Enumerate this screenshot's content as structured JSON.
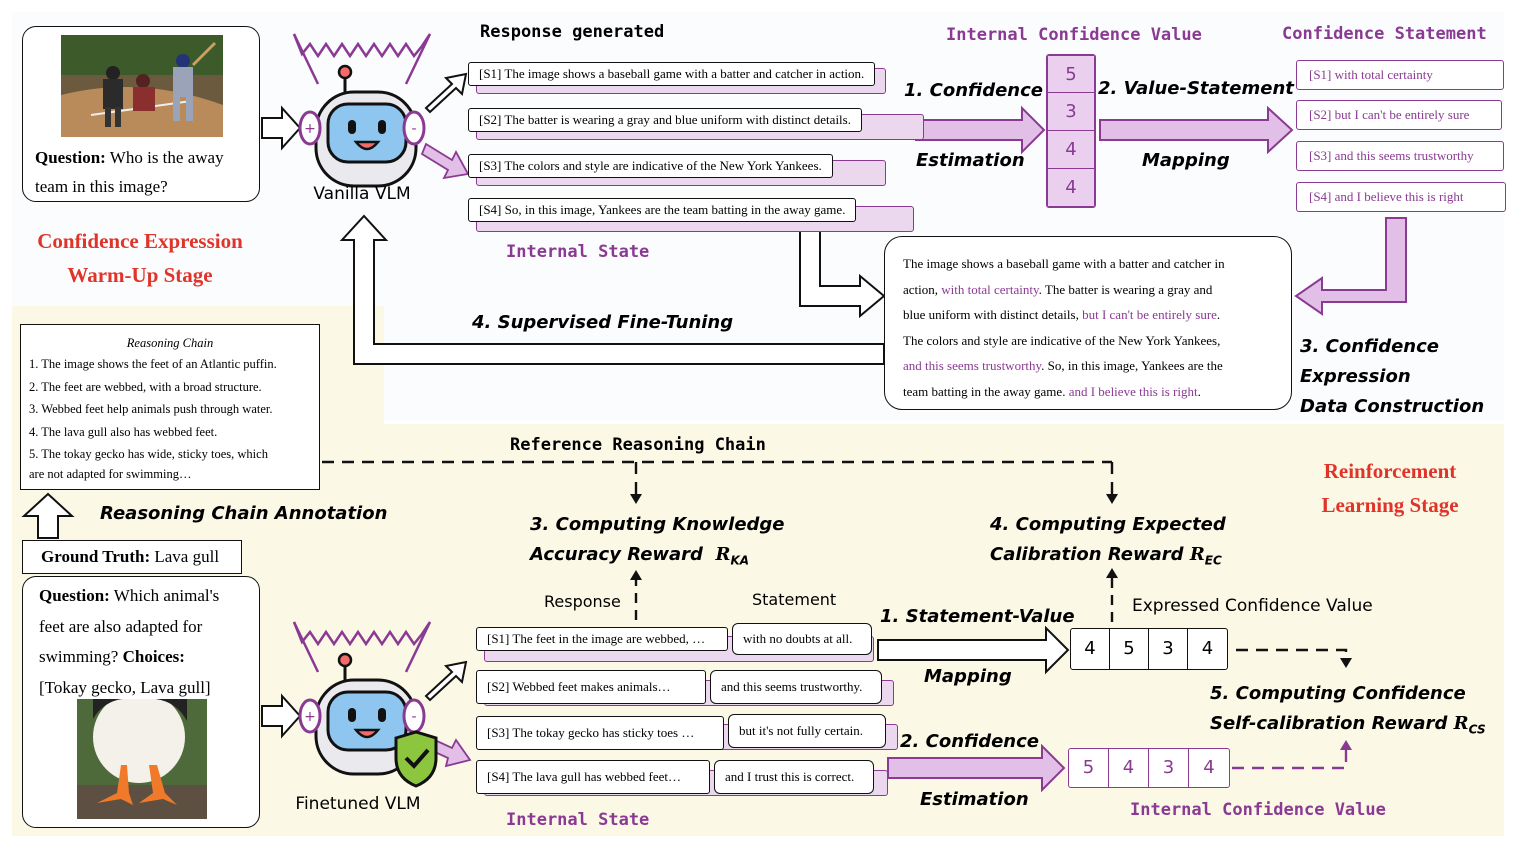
{
  "colors": {
    "purple": "#8a3a92",
    "purple_fill": "#ead0ee",
    "red_title": "#e0342a",
    "yellow_bg": "#fbf8e6"
  },
  "warmup": {
    "stage_line1": "Confidence Expression",
    "stage_line2": "Warm-Up Stage",
    "question_label": "Question:",
    "question_text": "Who is the away team in this image?",
    "vlm_label": "Vanilla VLM",
    "response_generated": "Response generated",
    "responses": [
      "[S1] The image shows a baseball game with a batter and catcher in action.",
      "[S2] The batter is wearing a gray and blue uniform with distinct details.",
      "[S3] The colors and style are indicative of the New York Yankees.",
      "[S4] So, in this image, Yankees are the team batting in the away game."
    ],
    "internal_state": "Internal State",
    "internal_confidence_title": "Internal Confidence Value",
    "internal_values": [
      "5",
      "3",
      "4",
      "4"
    ],
    "step1_line1": "1. Confidence",
    "step1_line2": "Estimation",
    "step2_line1": "2. Value-Statement",
    "step2_line2": "Mapping",
    "confidence_statement_title": "Confidence Statement",
    "statements": [
      "[S1] with total certainty",
      "[S2] but I can't be entirely sure",
      "[S3] and this seems trustworthy",
      "[S4] and I believe this is right"
    ],
    "step3_line1": "3. Confidence",
    "step3_line2": "Expression",
    "step3_line3": "Data Construction",
    "step4": "4. Supervised Fine-Tuning",
    "combined": {
      "p1": "The image shows a baseball game with a batter and catcher in",
      "p2a": "action, ",
      "p2b": "with total certainty",
      "p2c": ". The batter is wearing a gray and",
      "p3a": "blue uniform with distinct details, ",
      "p3b": "but I can't be entirely sure",
      "p3c": ".",
      "p4": "The colors and style are indicative of the New York Yankees,",
      "p5a": "and this seems trustworthy",
      "p5b": ". So, in this image, Yankees are the",
      "p6a": "team batting in the away game. ",
      "p6b": "and I believe this is right",
      "p6c": "."
    }
  },
  "rl": {
    "stage_line1": "Reinforcement",
    "stage_line2": "Learning Stage",
    "reasoning_chain_title": "Reasoning Chain",
    "reasoning_steps": [
      "1. The image shows the feet of an Atlantic puffin.",
      "2. The feet are webbed, with a broad structure.",
      "3. Webbed feet help animals push through water.",
      "4. The lava gull also has webbed feet.",
      "5. The tokay gecko has wide, sticky toes, which",
      "are not adapted for swimming…"
    ],
    "annotation": "Reasoning Chain Annotation",
    "ground_truth_label": "Ground Truth:",
    "ground_truth_value": "Lava gull",
    "question_label": "Question:",
    "question_l1": "Which animal's",
    "question_l2": "feet are also adapted for",
    "question_l3": "swimming?",
    "choices_label": "Choices:",
    "choices_text": "[Tokay gecko, Lava gull]",
    "vlm_label": "Finetuned VLM",
    "reference_chain": "Reference Reasoning Chain",
    "reward3_line1": "3. Computing Knowledge",
    "reward3_line2": "Accuracy Reward",
    "reward3_sym": "R",
    "reward3_sub": "KA",
    "reward4_line1": "4. Computing Expected",
    "reward4_line2": "Calibration Reward",
    "reward4_sym": "R",
    "reward4_sub": "EC",
    "response_header": "Response",
    "statement_header": "Statement",
    "responses": [
      "[S1] The feet in the image are webbed, …",
      "[S2] Webbed feet makes animals…",
      "[S3] The tokay gecko has sticky toes …",
      "[S4] The lava gull has webbed feet…"
    ],
    "statements": [
      "with no doubts at all.",
      "and this seems trustworthy.",
      "but it's not fully certain.",
      "and I trust this is correct."
    ],
    "internal_state": "Internal State",
    "step1_line1": "1. Statement-Value",
    "step1_line2": "Mapping",
    "step2_line1": "2. Confidence",
    "step2_line2": "Estimation",
    "expressed_title": "Expressed Confidence Value",
    "expressed_values": [
      "4",
      "5",
      "3",
      "4"
    ],
    "internal_title": "Internal Confidence Value",
    "internal_values": [
      "5",
      "4",
      "3",
      "4"
    ],
    "reward5_line1": "5. Computing Confidence",
    "reward5_line2": "Self-calibration Reward",
    "reward5_sym": "R",
    "reward5_sub": "CS"
  }
}
